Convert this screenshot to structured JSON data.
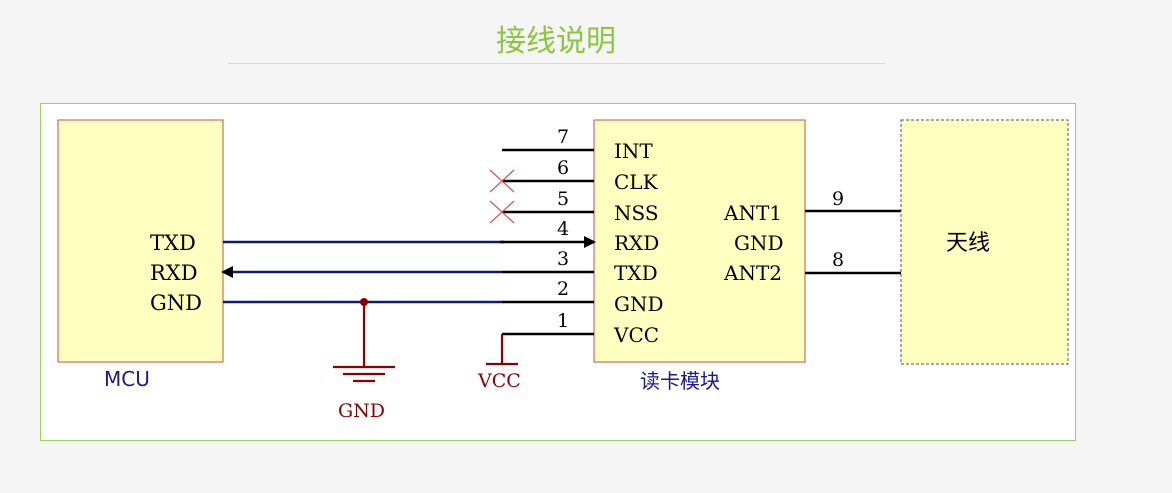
{
  "title": "接线说明",
  "colors": {
    "title": "#8cc63f",
    "frame_border": "#9bd25c",
    "box_fill": "#ffffc0",
    "box_border": "#c0504d",
    "signal_line": "#0c1a80",
    "power_symbol": "#8b0000",
    "label_blue": "#1a1a8c",
    "wire": "#000000",
    "no_connect": "#d9534f"
  },
  "mcu": {
    "label": "MCU",
    "pins": [
      "TXD",
      "RXD",
      "GND"
    ]
  },
  "module": {
    "label": "读卡模块",
    "left_pins": [
      {
        "num": "7",
        "name": "INT"
      },
      {
        "num": "6",
        "name": "CLK"
      },
      {
        "num": "5",
        "name": "NSS"
      },
      {
        "num": "4",
        "name": "RXD"
      },
      {
        "num": "3",
        "name": "TXD"
      },
      {
        "num": "2",
        "name": "GND"
      },
      {
        "num": "1",
        "name": "VCC"
      }
    ],
    "right_pins": [
      "ANT1",
      "GND",
      "ANT2"
    ],
    "right_nums": [
      "9",
      "8"
    ]
  },
  "antenna": {
    "label": "天线"
  },
  "symbols": {
    "gnd": "GND",
    "vcc": "VCC"
  }
}
